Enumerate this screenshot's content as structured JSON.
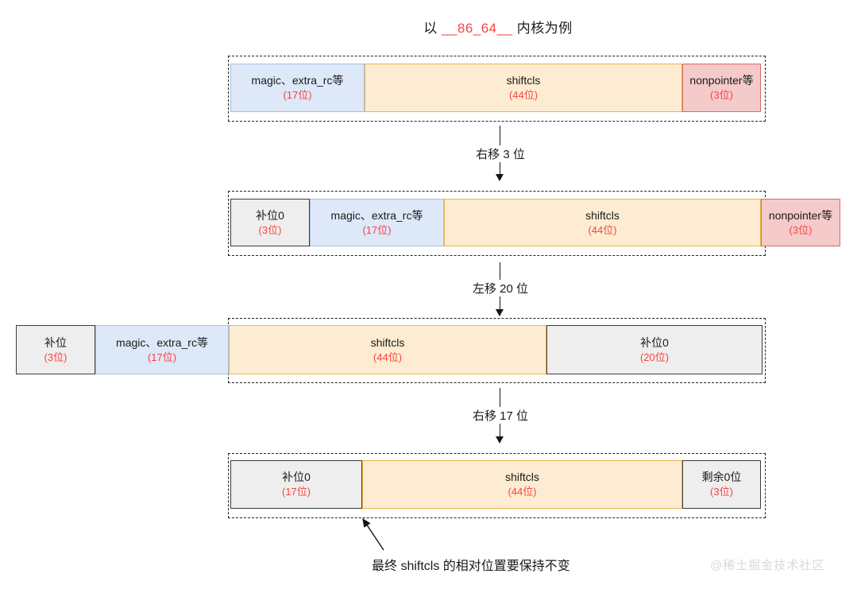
{
  "title": {
    "prefix": "以 ",
    "highlight": "__86_64__",
    "suffix": " 内核为例"
  },
  "colors": {
    "blue_fill": "#dde8f8",
    "blue_border": "#a9bedf",
    "orange_fill": "#fdecd2",
    "orange_border": "#e9b74a",
    "pink_fill": "#f5caca",
    "pink_border": "#da6a64",
    "gray_fill": "#eeeeee",
    "gray_border": "#3c3c3c",
    "accent_red": "#fa4340",
    "ink": "#1a1a1a",
    "watermark_gray": "#d9d9d9"
  },
  "rows": [
    {
      "name": "initial-isa",
      "blocks": [
        {
          "type": "blue",
          "label": "magic、extra_rc等",
          "bits": "(17位)"
        },
        {
          "type": "orange",
          "label": "shiftcls",
          "bits": "(44位)"
        },
        {
          "type": "pink",
          "label": "nonpointer等",
          "bits": "(3位)"
        }
      ]
    },
    {
      "name": "after-shift-right-3",
      "blocks": [
        {
          "type": "gray",
          "label": "补位0",
          "bits": "(3位)"
        },
        {
          "type": "blue",
          "label": "magic、extra_rc等",
          "bits": "(17位)"
        },
        {
          "type": "orange",
          "label": "shiftcls",
          "bits": "(44位)"
        },
        {
          "type": "pink",
          "label": "nonpointer等",
          "bits": "(3位)"
        }
      ]
    },
    {
      "name": "after-shift-left-20",
      "blocks": [
        {
          "type": "gray",
          "label": "补位",
          "bits": "(3位)"
        },
        {
          "type": "blue",
          "label": "magic、extra_rc等",
          "bits": "(17位)"
        },
        {
          "type": "orange",
          "label": "shiftcls",
          "bits": "(44位)"
        },
        {
          "type": "gray",
          "label": "补位0",
          "bits": "(20位)"
        }
      ]
    },
    {
      "name": "after-shift-right-17",
      "blocks": [
        {
          "type": "gray",
          "label": "补位0",
          "bits": "(17位)"
        },
        {
          "type": "orange",
          "label": "shiftcls",
          "bits": "(44位)"
        },
        {
          "type": "gray",
          "label": "剩余0位",
          "bits": "(3位)"
        }
      ]
    }
  ],
  "arrows": [
    {
      "label": "右移 3 位"
    },
    {
      "label": "左移 20 位"
    },
    {
      "label": "右移 17 位"
    }
  ],
  "note": "最终 shiftcls 的相对位置要保持不变",
  "watermark": "@稀土掘金技术社区"
}
